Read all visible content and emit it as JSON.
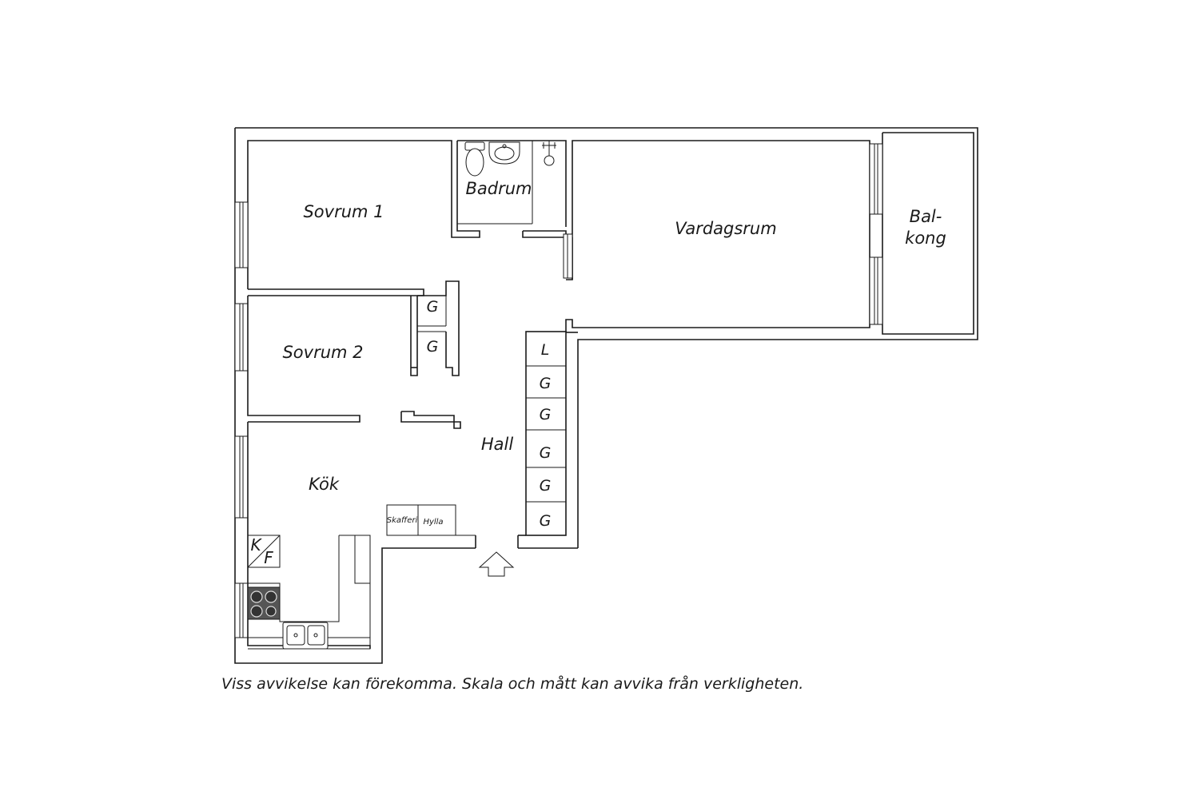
{
  "rooms": {
    "bedroom_1": "Sovrum 1",
    "bathroom": "Badrum",
    "living_room": "Vardagsrum",
    "balcony_line1": "Bal-",
    "balcony_line2": "kong",
    "bedroom_2": "Sovrum 2",
    "hall": "Hall",
    "kitchen": "Kök"
  },
  "closets": {
    "wardrobe_1": "G",
    "wardrobe_2": "G",
    "linen": "L",
    "hall_wardrobe_1": "G",
    "hall_wardrobe_2": "G",
    "hall_wardrobe_3": "G",
    "hall_wardrobe_4": "G",
    "hall_wardrobe_5": "G"
  },
  "kitchen": {
    "pantry": "Skafferi",
    "shelf": "Hylla",
    "fridge_k": "K",
    "fridge_f": "F"
  },
  "disclaimer": "Viss avvikelse kan förekomma. Skala och mått kan avvika från verkligheten.",
  "icons": [
    "entrance-arrow-icon",
    "toilet-icon",
    "sink-icon",
    "shower-icon",
    "stove-icon",
    "kitchen-sink-icon"
  ]
}
